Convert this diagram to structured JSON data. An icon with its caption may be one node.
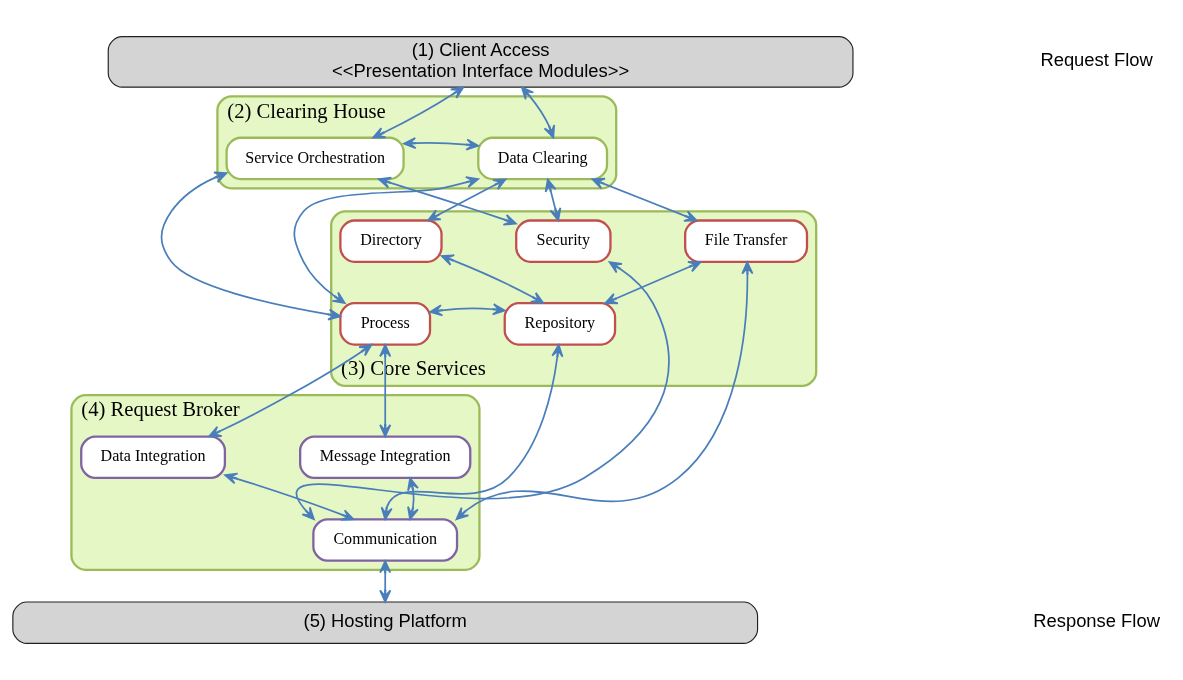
{
  "diagram": {
    "nodes": [
      {
        "text": [
          "(1) Client Access",
          "<<Presentation Interface Modules>>"
        ]
      },
      {
        "text": [
          "(2) Clearing House"
        ]
      },
      {
        "text": [
          "Service Orchestration"
        ],
        "in": 1
      },
      {
        "text": [
          "Data Clearing"
        ],
        "in": 1
      },
      {
        "text": [
          "(3) Core Services"
        ]
      },
      {
        "text": [
          "Security"
        ],
        "in": 4
      },
      {
        "text": [
          "Directory"
        ],
        "in": 4
      },
      {
        "text": [
          "File Transfer"
        ],
        "in": 4
      },
      {
        "text": [
          "Process"
        ],
        "in": 4
      },
      {
        "text": [
          "Repository"
        ],
        "in": 4
      },
      {
        "text": [
          "(4) Request Broker"
        ]
      },
      {
        "text": [
          "Data Integration"
        ],
        "in": 10
      },
      {
        "text": [
          "Message Integration"
        ],
        "in": 10
      },
      {
        "text": [
          "Communication"
        ],
        "in": 10
      },
      {
        "text": [
          "(5) Hosting Platform"
        ]
      }
    ],
    "edges": [
      {
        "from": 0,
        "to": 2,
        "arrow": "both"
      },
      {
        "from": 0,
        "to": 3,
        "arrow": "both"
      },
      {
        "from": 2,
        "to": 3,
        "arrow": "both"
      },
      {
        "from": 2,
        "to": 8,
        "arrow": "both"
      },
      {
        "from": 2,
        "to": 5,
        "arrow": "both"
      },
      {
        "from": 3,
        "to": 8,
        "arrow": "both"
      },
      {
        "from": 3,
        "to": 5,
        "arrow": "both"
      },
      {
        "from": 3,
        "to": 6,
        "arrow": "both"
      },
      {
        "from": 3,
        "to": 7,
        "arrow": "both"
      },
      {
        "from": 6,
        "to": 9,
        "arrow": "both"
      },
      {
        "from": 9,
        "to": 8,
        "arrow": "both"
      },
      {
        "from": 9,
        "to": 7,
        "arrow": "both"
      },
      {
        "from": 5,
        "to": 13,
        "arrow": "both"
      },
      {
        "from": 9,
        "to": 13,
        "arrow": "both"
      },
      {
        "from": 7,
        "to": 13,
        "arrow": "both"
      },
      {
        "from": 8,
        "to": 11,
        "arrow": "both"
      },
      {
        "from": 8,
        "to": 12,
        "arrow": "both"
      },
      {
        "from": 13,
        "to": 11,
        "arrow": "both"
      },
      {
        "from": 13,
        "to": 12,
        "arrow": "both"
      },
      {
        "from": 13,
        "to": 14,
        "arrow": "both"
      }
    ],
    "labels": [
      "Request Flow",
      "Response Flow"
    ]
  }
}
